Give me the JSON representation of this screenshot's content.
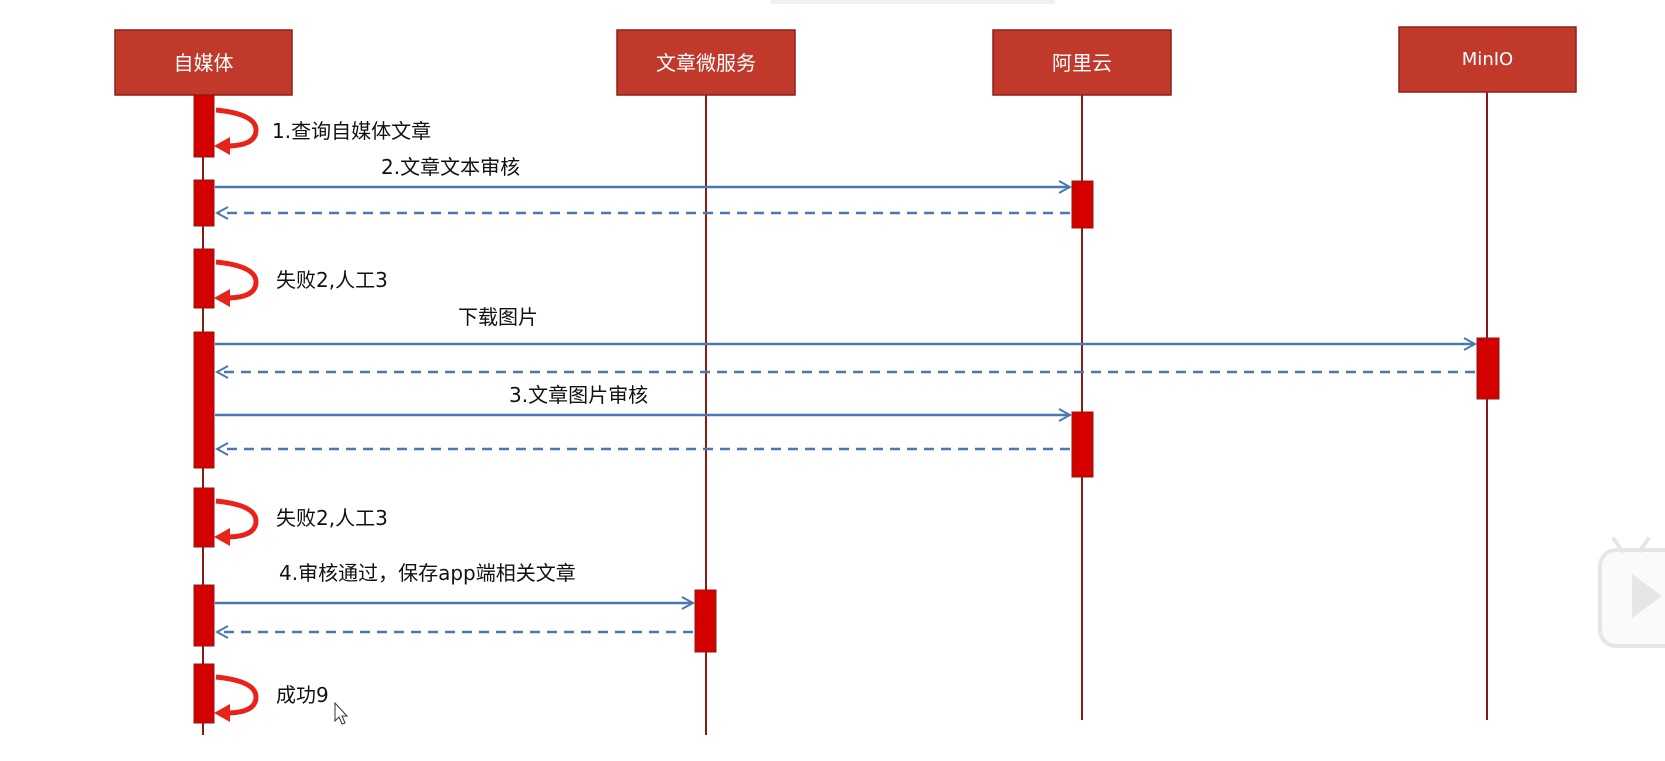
{
  "participants": [
    {
      "id": "p0",
      "name": "自媒体"
    },
    {
      "id": "p1",
      "name": "文章微服务"
    },
    {
      "id": "p2",
      "name": "阿里云"
    },
    {
      "id": "p3",
      "name": "MinIO"
    }
  ],
  "messages": [
    {
      "kind": "self",
      "text": "1.查询自媒体文章"
    },
    {
      "kind": "call",
      "text": "2.文章文本审核"
    },
    {
      "kind": "self",
      "text": "失败2,人工3"
    },
    {
      "kind": "call",
      "text": "下载图片"
    },
    {
      "kind": "call",
      "text": "3.文章图片审核"
    },
    {
      "kind": "self",
      "text": "失败2,人工3"
    },
    {
      "kind": "call",
      "text": "4.审核通过，保存app端相关文章"
    },
    {
      "kind": "self",
      "text": "成功9"
    }
  ],
  "colors": {
    "header_fill": "#c0392b",
    "header_border": "#8e2018",
    "lifeline": "#8b1a10",
    "activation": "#d40000",
    "arrow": "#4a78b0",
    "self_arrow": "#e8231a",
    "text": "#111111"
  }
}
